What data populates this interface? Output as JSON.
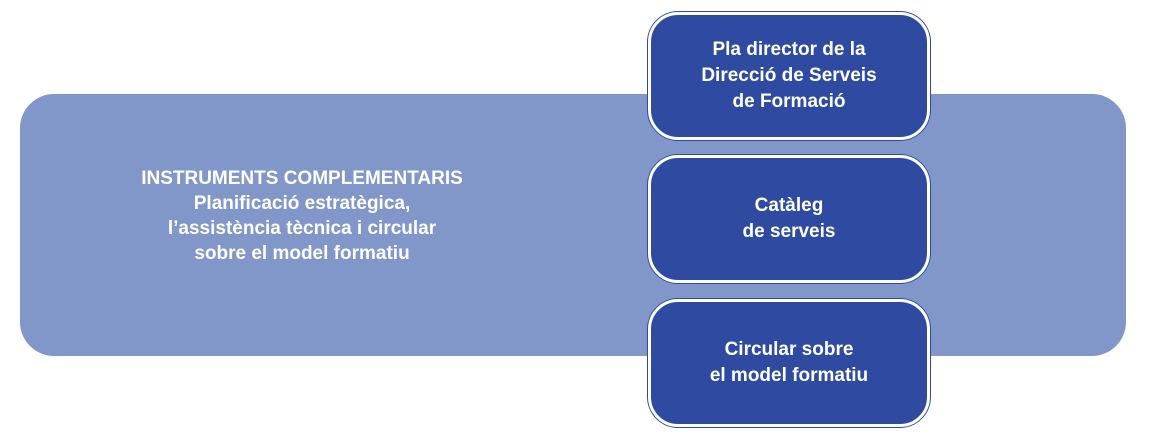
{
  "panel": {
    "title": "INSTRUMENTS COMPLEMENTARIS",
    "lines": [
      "Planificació estratègica,",
      "l’assistència tècnica i circular",
      "sobre el model formatiu"
    ]
  },
  "boxes": [
    {
      "lines": [
        "Pla director de la",
        "Direcció de Serveis",
        "de Formació"
      ]
    },
    {
      "lines": [
        "Catàleg",
        "de serveis"
      ]
    },
    {
      "lines": [
        "Circular sobre",
        "el model formatiu"
      ]
    }
  ],
  "colors": {
    "panel": "#8297c9",
    "box": "#2e4ba1",
    "text": "#ffffff"
  }
}
